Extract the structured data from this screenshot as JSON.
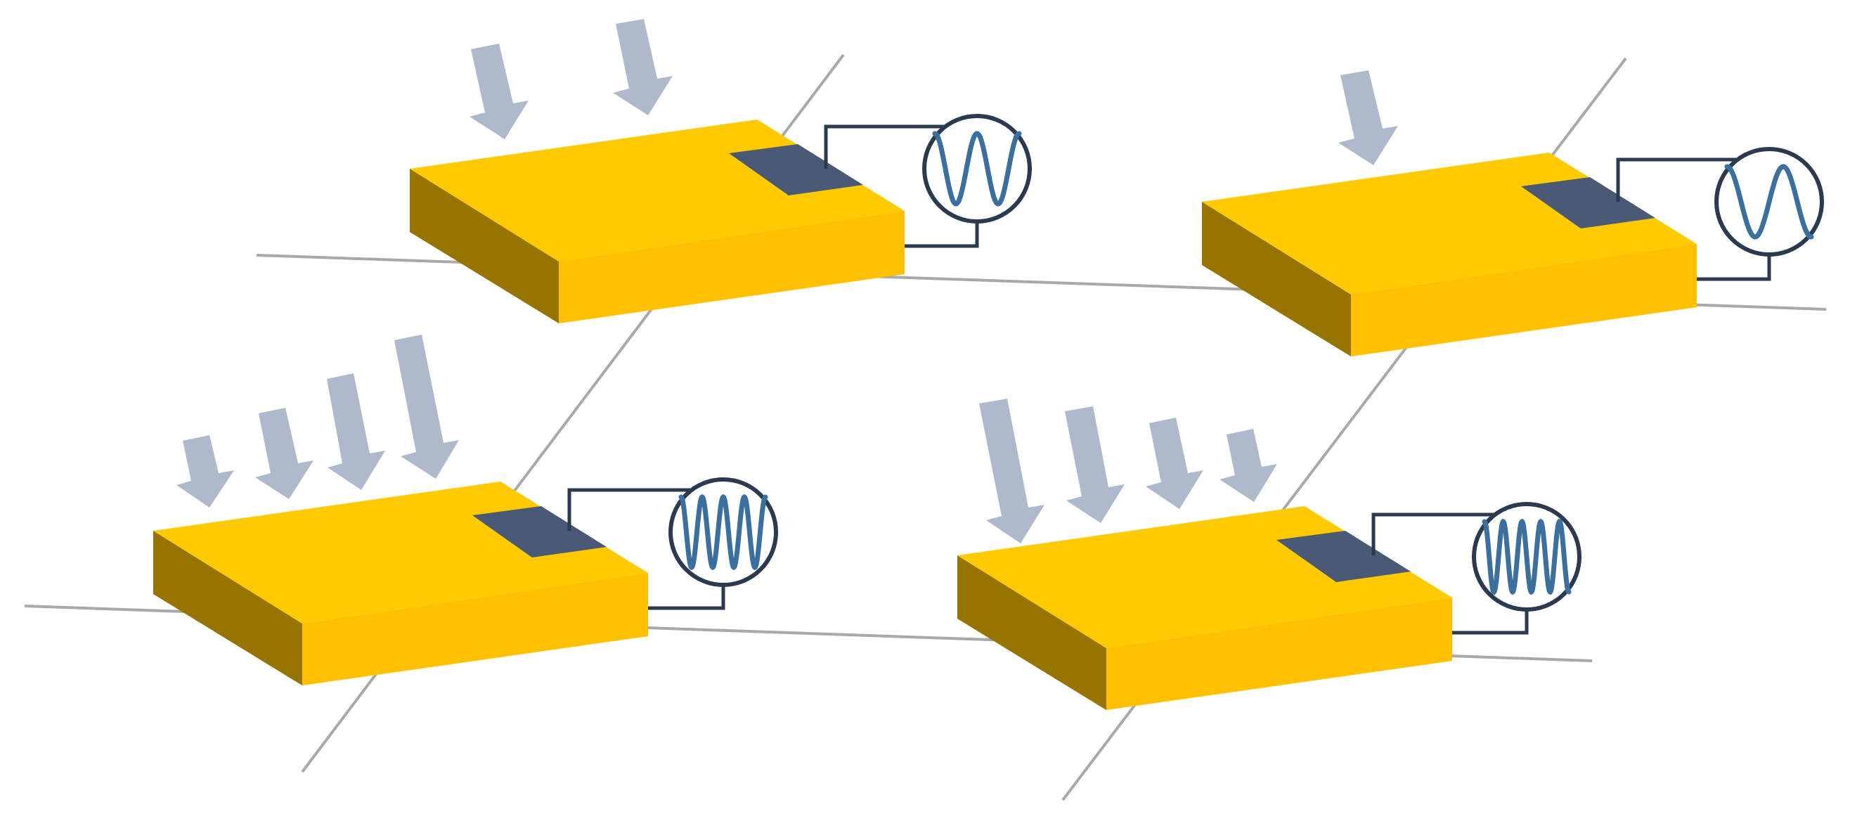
{
  "colors": {
    "background": "#ffffff",
    "axis_line": "#a9a9a9",
    "plate_top": "#ffca00",
    "plate_front": "#ffc000",
    "plate_side": "#977300",
    "electrode": "#4a5a74",
    "wire": "#2b3a4f",
    "meter_ring": "#2b3a4f",
    "signal_wave": "#3b6f9e",
    "arrow": "#aeb9cc"
  },
  "icons": {
    "arrow": "force-arrow-icon",
    "meter": "oscilloscope-icon",
    "electrode": "electrode-pad-icon"
  },
  "panels": [
    {
      "id": "top-left",
      "arrow_count": 2,
      "arrow_lengths": [
        1,
        1
      ],
      "wave_cycles": 2
    },
    {
      "id": "top-right",
      "arrow_count": 1,
      "arrow_lengths": [
        1
      ],
      "wave_cycles": 1.5
    },
    {
      "id": "bottom-left",
      "arrow_count": 4,
      "arrow_lengths": [
        0.55,
        0.75,
        0.9,
        1.1
      ],
      "wave_cycles": 4
    },
    {
      "id": "bottom-right",
      "arrow_count": 4,
      "arrow_lengths": [
        1.1,
        0.9,
        0.75,
        0.55
      ],
      "wave_cycles": 4.5
    }
  ]
}
